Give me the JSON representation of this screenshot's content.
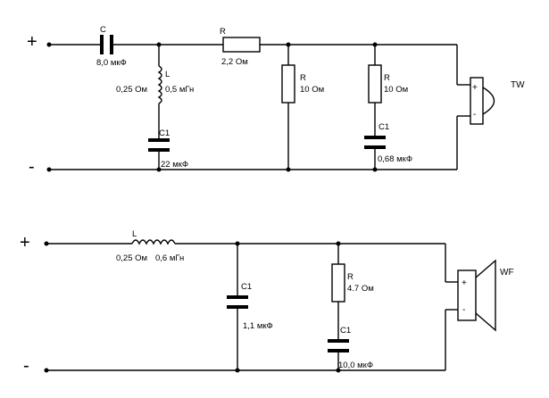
{
  "top_circuit": {
    "plus": "+",
    "minus": "-",
    "series_capacitor": {
      "name": "C",
      "value": "8,0 мкФ"
    },
    "series_resistor": {
      "name": "R",
      "value": "2,2 Ом"
    },
    "inductor": {
      "name": "L",
      "resistance": "0,25 Ом",
      "value": "0,5 мГн"
    },
    "shunt_capacitor": {
      "name": "C1",
      "value": "22 мкФ"
    },
    "shunt_resistor_1": {
      "name": "R",
      "value": "10 Ом"
    },
    "shunt_resistor_2": {
      "name": "R",
      "value": "10 Ом"
    },
    "rc_capacitor": {
      "name": "C1",
      "value": "0,68 мкФ"
    },
    "speaker": {
      "label": "TW",
      "plus": "+",
      "minus": "-"
    }
  },
  "bottom_circuit": {
    "plus": "+",
    "minus": "-",
    "series_inductor": {
      "name": "L",
      "resistance": "0,25 Ом",
      "value": "0,6 мГн"
    },
    "shunt_capacitor": {
      "name": "C1",
      "value": "1,1 мкФ"
    },
    "rc_resistor": {
      "name": "R",
      "value": "4.7 Ом"
    },
    "rc_capacitor": {
      "name": "C1",
      "value": "10,0 мкФ"
    },
    "speaker": {
      "label": "WF",
      "plus": "+",
      "minus": "-"
    }
  }
}
